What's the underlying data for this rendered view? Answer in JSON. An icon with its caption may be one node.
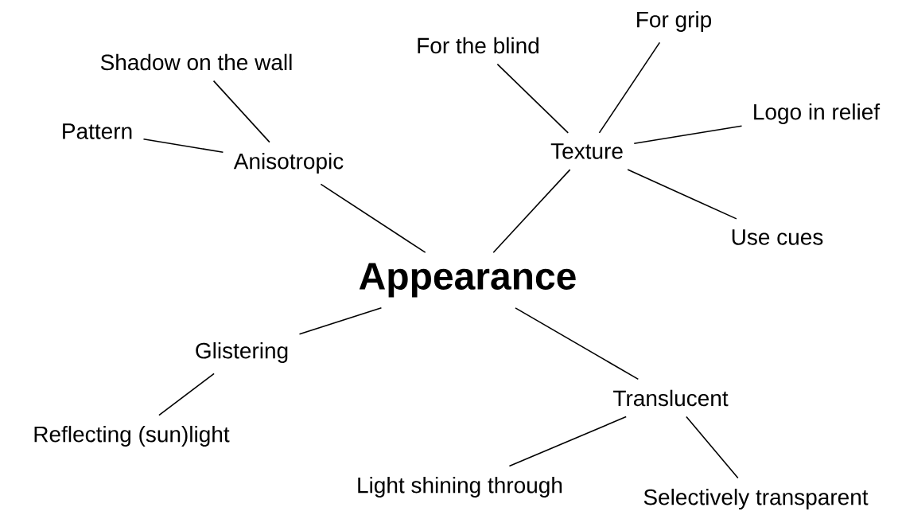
{
  "diagram": {
    "nodes": [
      {
        "text": [
          "Appearance"
        ]
      },
      {
        "text": [
          "Anisotropic"
        ]
      },
      {
        "text": [
          "Shadow on the wall"
        ]
      },
      {
        "text": [
          "Pattern"
        ]
      },
      {
        "text": [
          "Texture"
        ]
      },
      {
        "text": [
          "For the blind"
        ]
      },
      {
        "text": [
          "For grip"
        ]
      },
      {
        "text": [
          "Logo in relief"
        ]
      },
      {
        "text": [
          "Use cues"
        ]
      },
      {
        "text": [
          "Glistering"
        ]
      },
      {
        "text": [
          "Reflecting (sun)light"
        ]
      },
      {
        "text": [
          "Translucent"
        ]
      },
      {
        "text": [
          "Light shining through"
        ]
      },
      {
        "text": [
          "Selectively transparent"
        ]
      }
    ],
    "edges": [
      {
        "from": 0,
        "to": 1,
        "arrow": "none"
      },
      {
        "from": 1,
        "to": 2,
        "arrow": "none"
      },
      {
        "from": 1,
        "to": 3,
        "arrow": "none"
      },
      {
        "from": 0,
        "to": 4,
        "arrow": "none"
      },
      {
        "from": 4,
        "to": 5,
        "arrow": "none"
      },
      {
        "from": 4,
        "to": 6,
        "arrow": "none"
      },
      {
        "from": 4,
        "to": 7,
        "arrow": "none"
      },
      {
        "from": 4,
        "to": 8,
        "arrow": "none"
      },
      {
        "from": 0,
        "to": 9,
        "arrow": "none"
      },
      {
        "from": 9,
        "to": 10,
        "arrow": "none"
      },
      {
        "from": 0,
        "to": 11,
        "arrow": "none"
      },
      {
        "from": 11,
        "to": 12,
        "arrow": "none"
      },
      {
        "from": 11,
        "to": 13,
        "arrow": "none"
      }
    ]
  }
}
